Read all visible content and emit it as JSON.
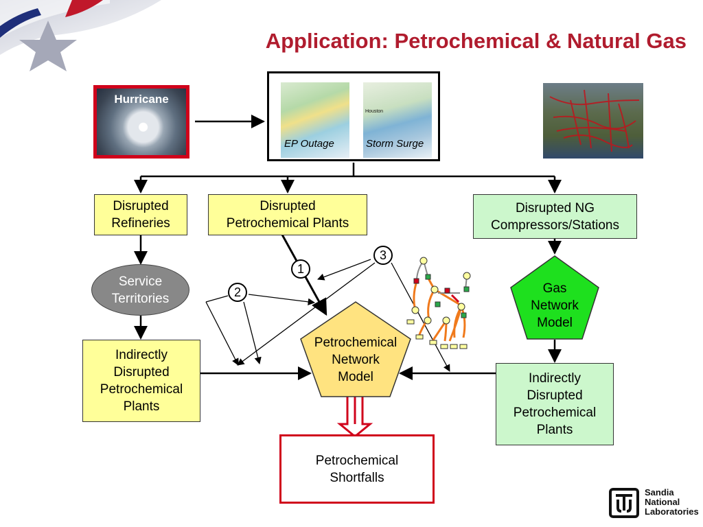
{
  "title": "Application: Petrochemical & Natural Gas",
  "hurricane": {
    "label": "Hurricane"
  },
  "maps": {
    "ep_outage": "EP Outage",
    "storm_surge": "Storm Surge",
    "houston": "Houston"
  },
  "boxes": {
    "disrupted_refineries": [
      "Disrupted",
      "Refineries"
    ],
    "disrupted_plants": [
      "Disrupted",
      "Petrochemical Plants"
    ],
    "disrupted_ng": [
      "Disrupted NG",
      "Compressors/Stations"
    ],
    "service_territories": [
      "Service",
      "Territories"
    ],
    "gas_network_model": [
      "Gas",
      "Network",
      "Model"
    ],
    "petro_network_model": [
      "Petrochemical",
      "Network",
      "Model"
    ],
    "indirect_left": [
      "Indirectly",
      "Disrupted",
      "Petrochemical",
      "Plants"
    ],
    "indirect_right": [
      "Indirectly",
      "Disrupted",
      "Petrochemical",
      "Plants"
    ],
    "shortfalls": [
      "Petrochemical",
      "Shortfalls"
    ]
  },
  "markers": [
    "1",
    "2",
    "3"
  ],
  "logo": {
    "line1": "Sandia",
    "line2": "National",
    "line3": "Laboratories"
  },
  "colors": {
    "title": "#b01c2e",
    "yellow": "#ffff99",
    "green": "#ccf7cc",
    "red": "#d0021b",
    "gas_green": "#1ee01e",
    "petro_yellow": "#ffe380"
  }
}
